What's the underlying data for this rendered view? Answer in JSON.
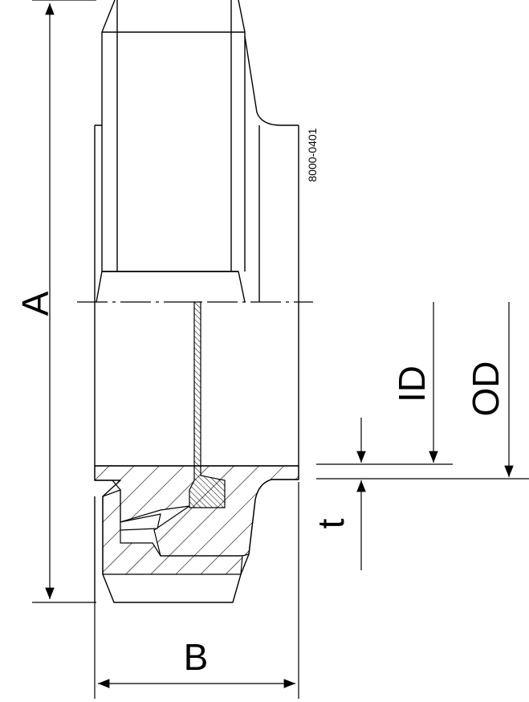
{
  "drawing": {
    "labels": {
      "a": "A",
      "b": "B",
      "id": "ID",
      "od": "OD",
      "t": "t",
      "code": "8000-0401"
    },
    "colors": {
      "line": "#000000",
      "background": "#ffffff"
    }
  }
}
